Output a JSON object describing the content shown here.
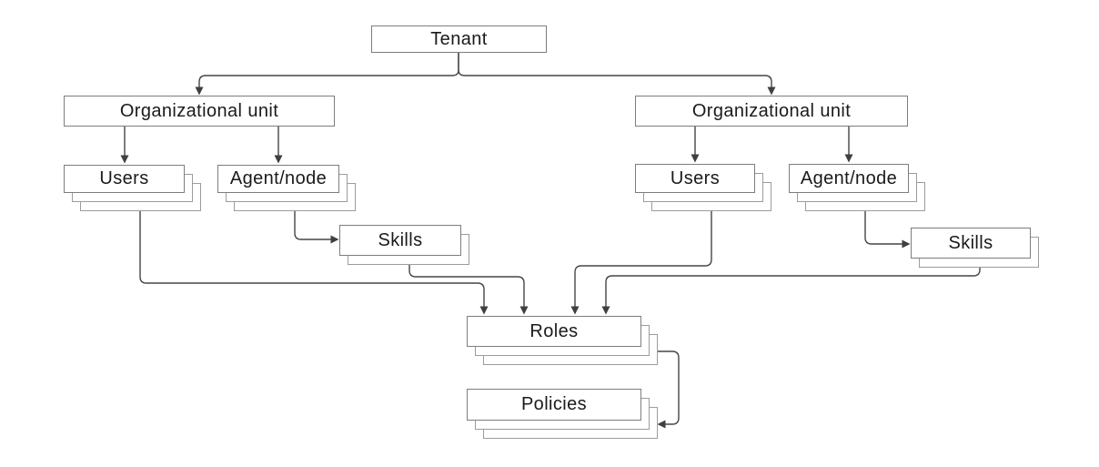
{
  "nodes": {
    "tenant": {
      "label": "Tenant",
      "stack": 1
    },
    "org_unit_left": {
      "label": "Organizational unit",
      "stack": 1
    },
    "org_unit_right": {
      "label": "Organizational unit",
      "stack": 1
    },
    "users_left": {
      "label": "Users",
      "stack": 3
    },
    "agent_node_left": {
      "label": "Agent/node",
      "stack": 3
    },
    "skills_left": {
      "label": "Skills",
      "stack": 2
    },
    "users_right": {
      "label": "Users",
      "stack": 3
    },
    "agent_node_right": {
      "label": "Agent/node",
      "stack": 3
    },
    "skills_right": {
      "label": "Skills",
      "stack": 2
    },
    "roles": {
      "label": "Roles",
      "stack": 3
    },
    "policies": {
      "label": "Policies",
      "stack": 3
    }
  },
  "edges": [
    {
      "from": "tenant",
      "to": "org_unit_left"
    },
    {
      "from": "tenant",
      "to": "org_unit_right"
    },
    {
      "from": "org_unit_left",
      "to": "users_left"
    },
    {
      "from": "org_unit_left",
      "to": "agent_node_left"
    },
    {
      "from": "org_unit_right",
      "to": "users_right"
    },
    {
      "from": "org_unit_right",
      "to": "agent_node_right"
    },
    {
      "from": "agent_node_left",
      "to": "skills_left"
    },
    {
      "from": "agent_node_right",
      "to": "skills_right"
    },
    {
      "from": "users_left",
      "to": "roles"
    },
    {
      "from": "skills_left",
      "to": "roles"
    },
    {
      "from": "users_right",
      "to": "roles"
    },
    {
      "from": "skills_right",
      "to": "roles"
    },
    {
      "from": "roles",
      "to": "policies"
    }
  ],
  "colors": {
    "background": "#ffffff",
    "connector": "#454545",
    "box_border": "#7d7d7d",
    "stack_border": "#9c9c9c",
    "text": "#1a1a1a"
  }
}
